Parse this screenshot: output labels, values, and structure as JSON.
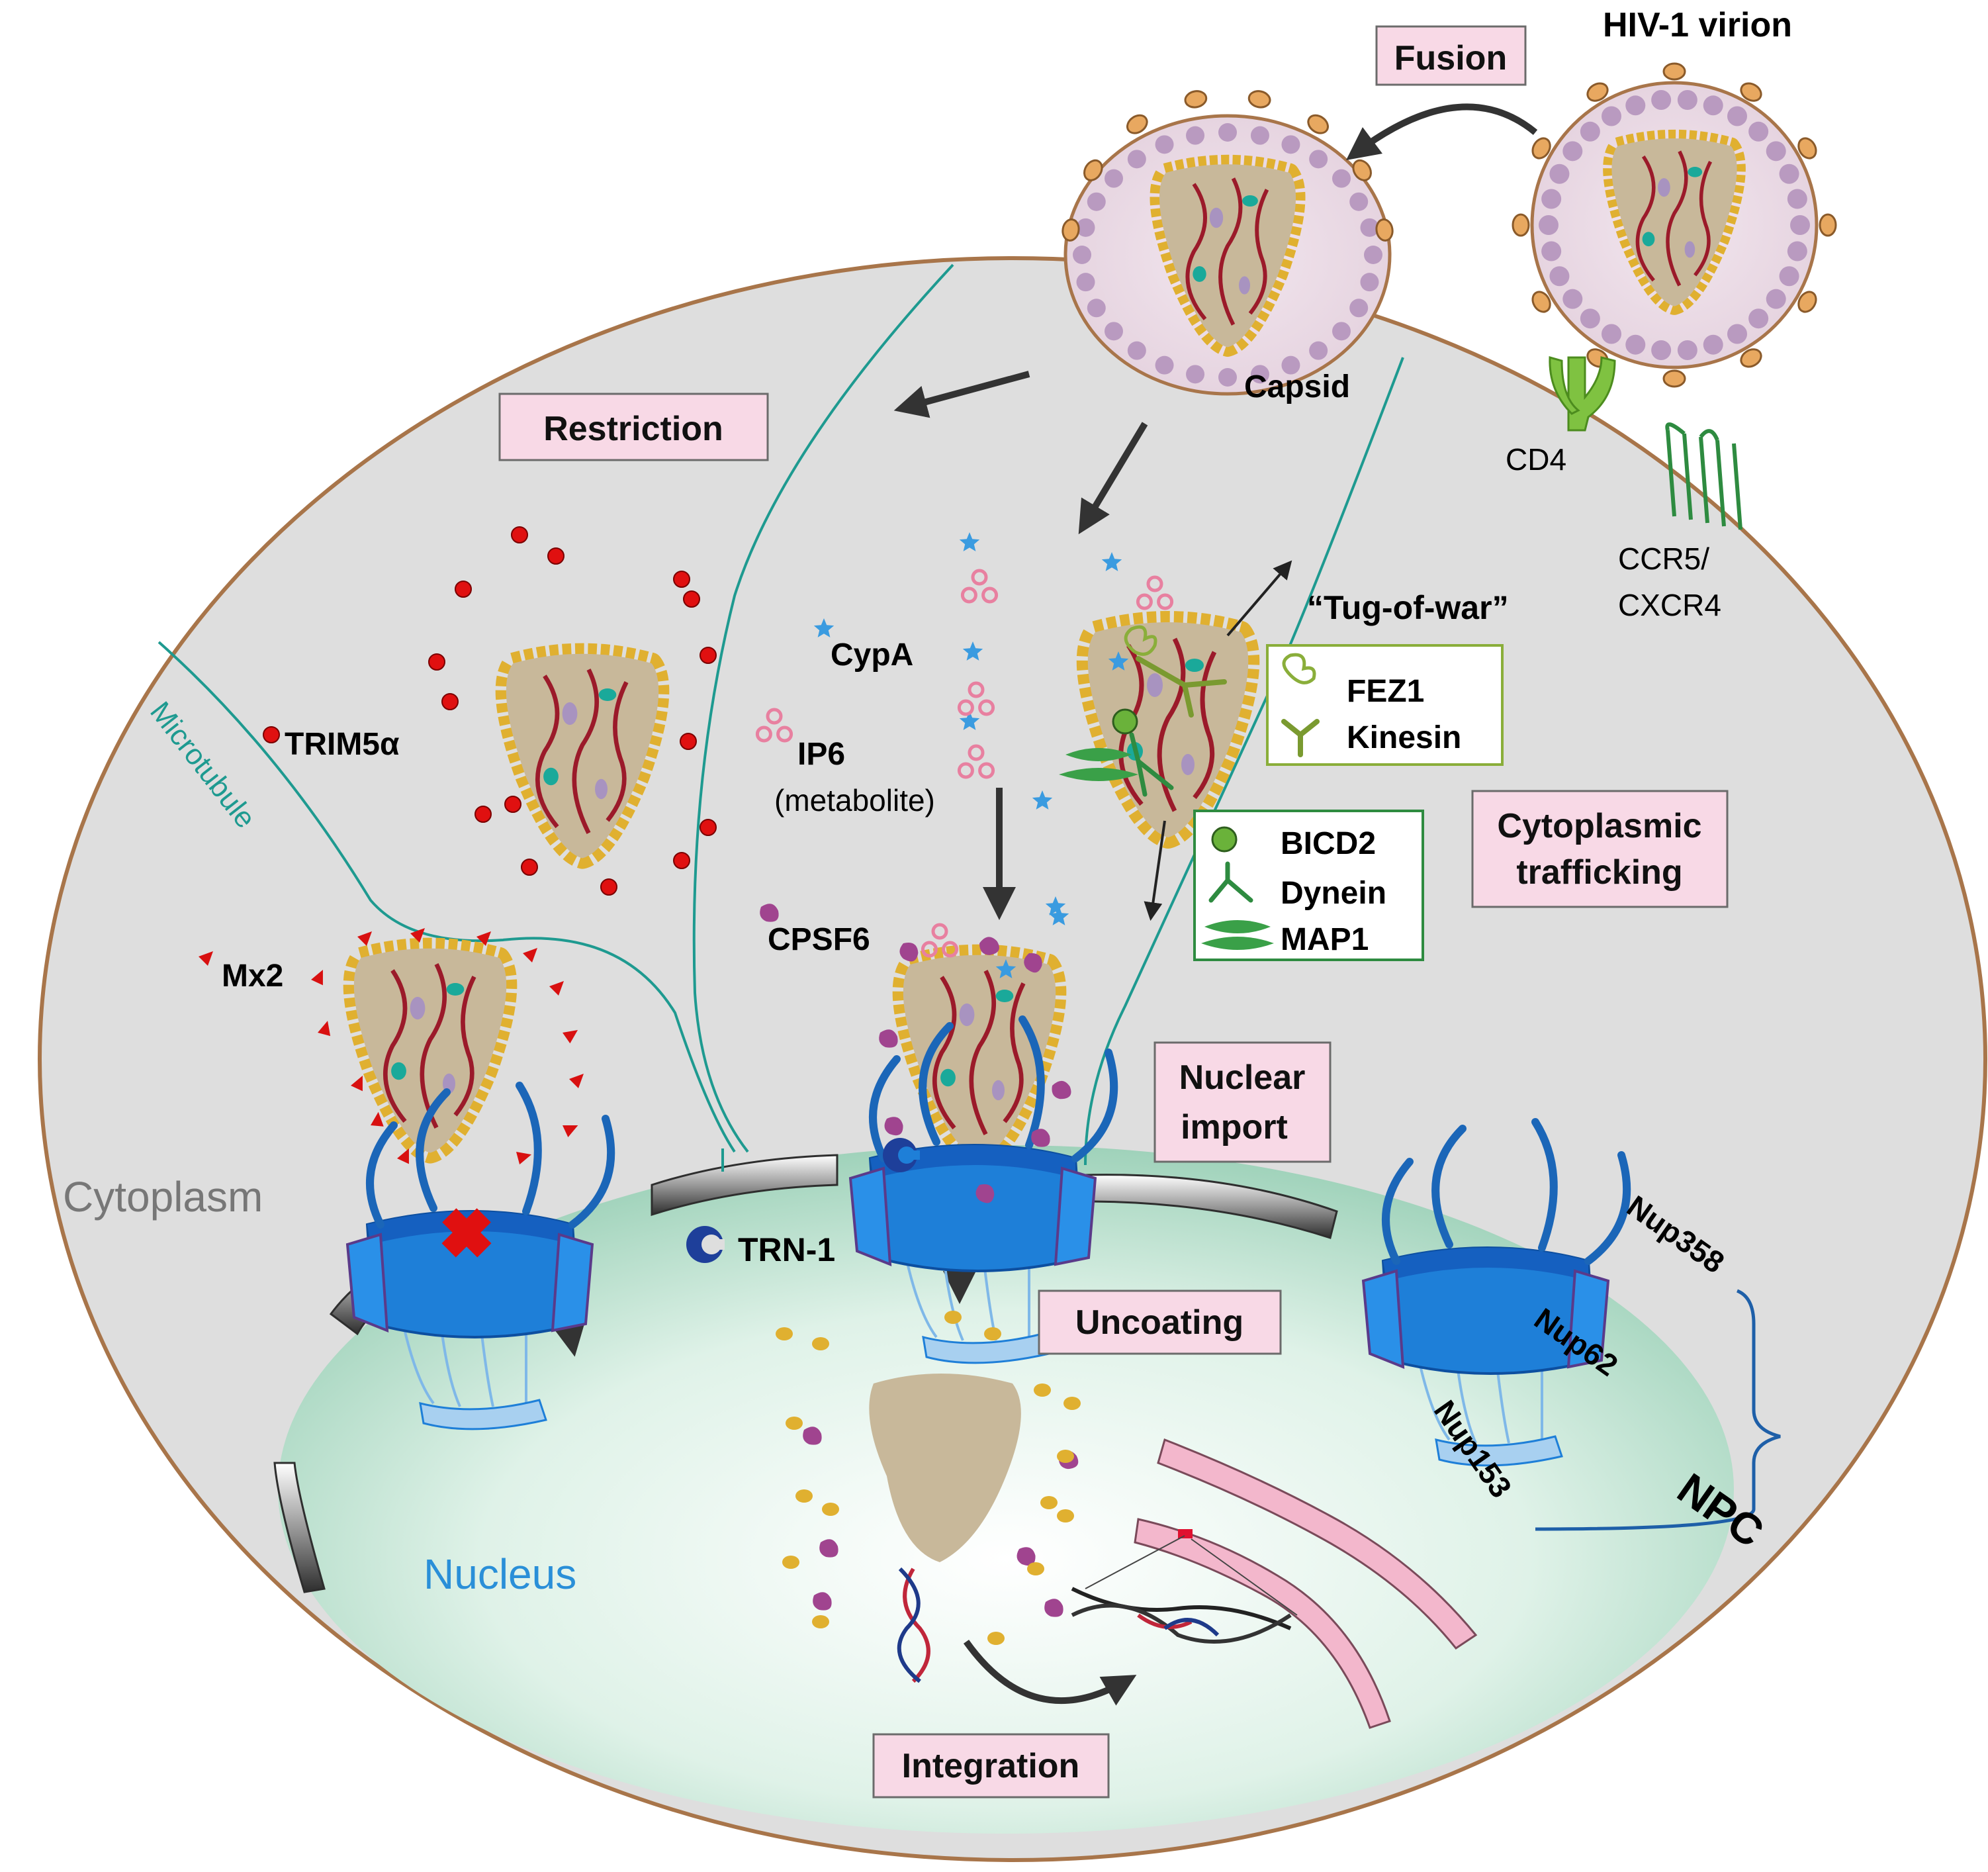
{
  "virion": {
    "title": "HIV-1 virion"
  },
  "steps": {
    "fusion": "Fusion",
    "restriction": "Restriction",
    "cytoplasmic_trafficking_1": "Cytoplasmic",
    "cytoplasmic_trafficking_2": "trafficking",
    "nuclear_import_1": "Nuclear",
    "nuclear_import_2": "import",
    "uncoating": "Uncoating",
    "integration": "Integration"
  },
  "receptors": {
    "cd4": "CD4",
    "ccr5": "CCR5/",
    "cxcr4": "CXCR4"
  },
  "labels": {
    "capsid": "Capsid",
    "tug_of_war": "“Tug-of-war”",
    "cypa": "CypA",
    "ip6": "IP6",
    "ip6_note": "(metabolite)",
    "trim5a": "TRIM5α",
    "microtubule": "Microtubule",
    "mx2": "Mx2",
    "cpsf6": "CPSF6",
    "cytoplasm": "Cytoplasm",
    "trn1": "TRN-1",
    "nucleus": "Nucleus",
    "nup358": "Nup358",
    "nup62": "Nup62",
    "nup153": "Nup153",
    "npc": "NPC"
  },
  "legend_kinesin": {
    "fez1": "FEZ1",
    "kinesin": "Kinesin"
  },
  "legend_dynein": {
    "bicd2": "BICD2",
    "dynein": "Dynein",
    "map1": "MAP1"
  },
  "colors": {
    "cell": "#e0e0e0",
    "nucleus": "#cde9dc",
    "microtubule": "#1e9a90",
    "npc": "#1e7fd8",
    "capsid_core": "#c8b89a",
    "capsid_shell": "#e0b030",
    "rna": "#9b1a2a",
    "step_box": "#f8d9e6",
    "trim5a": "#e01010",
    "mx2": "#d81010",
    "cpsf6": "#a0448f",
    "cypa": "#3a9be0",
    "ip6": "#e880a0",
    "kinesin": "#8aae3a",
    "dynein": "#2e8b40",
    "nucleus_text": "#2a8fd8",
    "cytoplasm_text": "#777777"
  }
}
